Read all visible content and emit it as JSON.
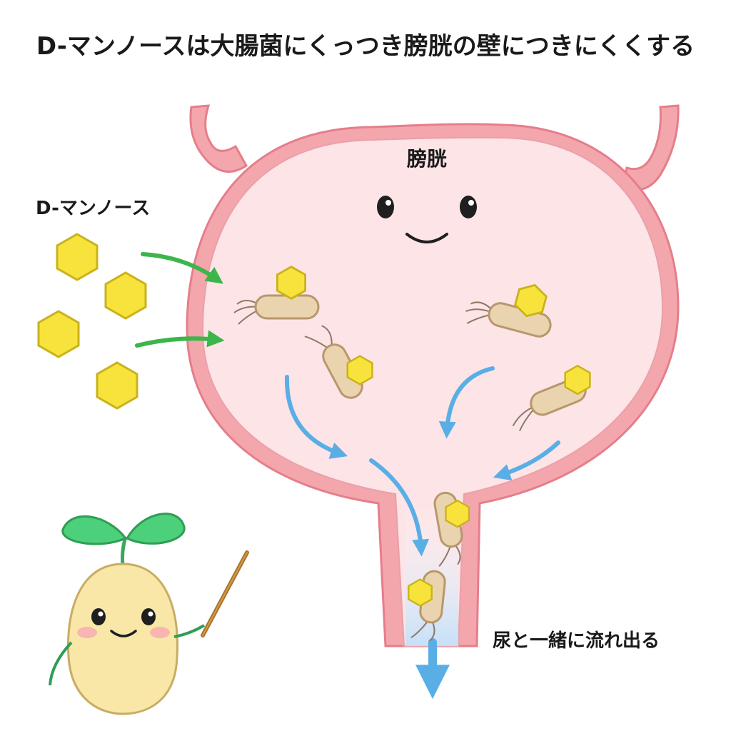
{
  "title": "D-マンノースは大腸菌にくっつき膀胱の壁につきにくくする",
  "labels": {
    "bladder": "膀胱",
    "mannose": "D-マンノース",
    "outflow": "尿と一緒に流れ出る"
  },
  "colors": {
    "bladder_wall": "#f4a6ad",
    "bladder_wall_stroke": "#e57e8a",
    "bladder_inside": "#fde4e6",
    "mannose_fill": "#f7e33b",
    "mannose_stroke": "#c9b21c",
    "bacteria_fill": "#ead4b0",
    "bacteria_stroke": "#b8976c",
    "arrow_green": "#3cb54a",
    "arrow_blue": "#5aaee6",
    "sprout_body": "#f9e7a8",
    "leaf": "#4cd07a"
  }
}
